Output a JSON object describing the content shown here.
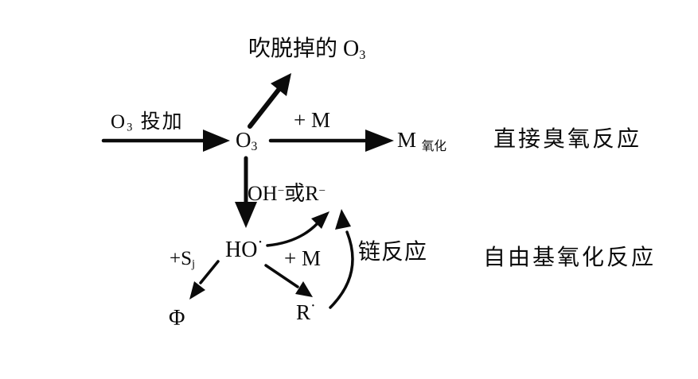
{
  "colors": {
    "ink": "#0b0b0b",
    "background": "#ffffff"
  },
  "diagram": {
    "labels": {
      "o3_dose": {
        "formula_base": "O",
        "formula_sub": "3",
        "text": " 投加"
      },
      "stripped_o3": {
        "text": "吹脱掉的 ",
        "formula_base": "O",
        "formula_sub": "3"
      },
      "o3_node": {
        "formula_base": "O",
        "formula_sub": "3"
      },
      "plus_m_top": "+ M",
      "m_oxidized": {
        "base": "M",
        "sub": "氧化"
      },
      "direct_reaction": "直接臭氧反应",
      "initiator": {
        "base1": "OH",
        "sup1": "−",
        "base2": "或R",
        "sup2": "−"
      },
      "ho_radical": {
        "base": "HO",
        "dot": "·"
      },
      "plus_sj": {
        "base": "+S",
        "sub": "j"
      },
      "phi": "Φ",
      "plus_m_bottom": "+ M",
      "r_radical": {
        "base": "R",
        "dot": "·"
      },
      "chain_reaction": "链反应",
      "radical_oxidation_reaction": "自由基氧化反应"
    }
  }
}
